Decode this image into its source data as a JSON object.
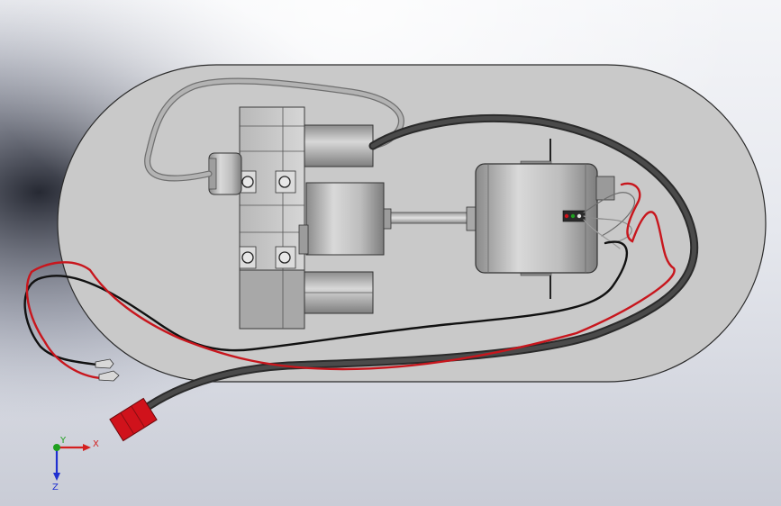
{
  "triad": {
    "x_label": "X",
    "y_label": "Y",
    "z_label": "Z"
  },
  "colors": {
    "base_plate": "#c9c9c9",
    "black_cable": "#4a4a4a",
    "red_wire": "#c8161d",
    "black_wire": "#111111",
    "gray_cable": "#b3b3b3",
    "connector": "#d0121b",
    "x_axis": "#d42020",
    "y_axis": "#1fa01f",
    "z_axis": "#2030d0"
  }
}
